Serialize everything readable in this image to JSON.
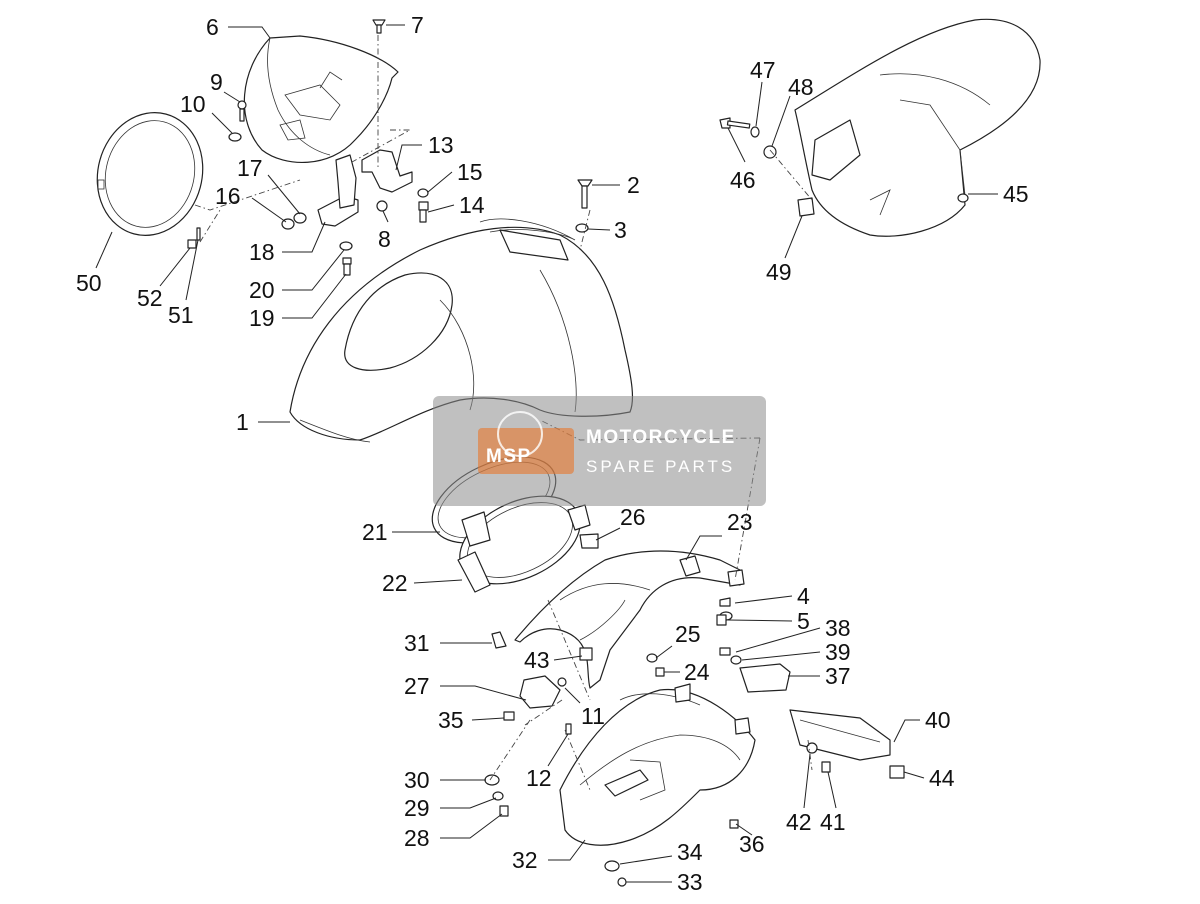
{
  "watermark": {
    "line1": "MOTORCYCLE",
    "line2": "SPARE PARTS",
    "logo_text": "MSP"
  },
  "callouts": [
    "1",
    "2",
    "3",
    "4",
    "5",
    "6",
    "7",
    "8",
    "9",
    "10",
    "11",
    "12",
    "13",
    "14",
    "15",
    "16",
    "17",
    "18",
    "19",
    "20",
    "21",
    "22",
    "23",
    "24",
    "25",
    "26",
    "27",
    "28",
    "29",
    "30",
    "31",
    "32",
    "33",
    "34",
    "35",
    "36",
    "37",
    "38",
    "39",
    "40",
    "41",
    "42",
    "43",
    "44",
    "45",
    "46",
    "47",
    "48",
    "49",
    "50",
    "51",
    "52"
  ],
  "colors": {
    "line": "#222222",
    "watermark_bg": "#8c8c8c",
    "watermark_logo": "#e8762c"
  }
}
